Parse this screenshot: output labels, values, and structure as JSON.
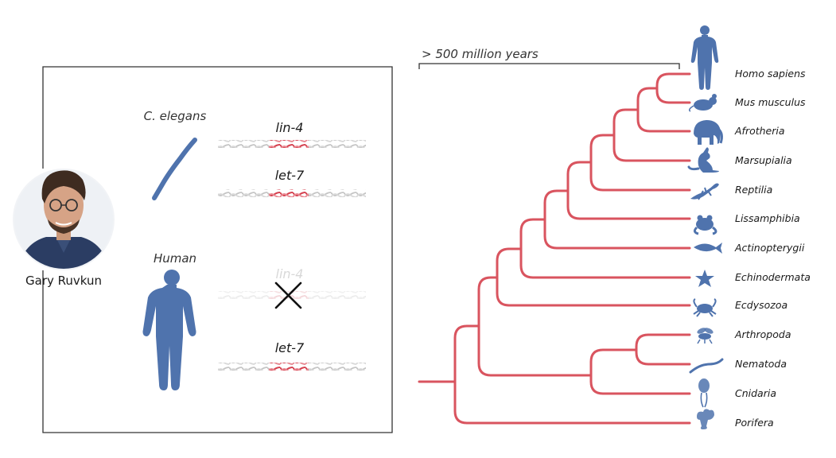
{
  "left_panel": {
    "person_name": "Gary Ruvkun",
    "worm_label": "C. elegans",
    "human_label": "Human",
    "genes": {
      "worm_gene_1": "lin-4",
      "worm_gene_2": "let-7",
      "human_gene_1_absent": "lin-4",
      "human_gene_2": "let-7"
    },
    "absent_mark_icon": "cross-icon"
  },
  "tree": {
    "timescale_label": "> 500 million years",
    "taxa": [
      {
        "name": "Homo sapiens",
        "icon": "human-icon"
      },
      {
        "name": "Mus musculus",
        "icon": "mouse-icon"
      },
      {
        "name": "Afrotheria",
        "icon": "elephant-icon"
      },
      {
        "name": "Marsupialia",
        "icon": "kangaroo-icon"
      },
      {
        "name": "Reptilia",
        "icon": "lizard-icon"
      },
      {
        "name": "Lissamphibia",
        "icon": "frog-icon"
      },
      {
        "name": "Actinopterygii",
        "icon": "fish-icon"
      },
      {
        "name": "Echinodermata",
        "icon": "starfish-icon"
      },
      {
        "name": "Ecdysozoa",
        "icon": "crab-icon"
      },
      {
        "name": "Arthropoda",
        "icon": "fly-icon"
      },
      {
        "name": "Nematoda",
        "icon": "worm-icon"
      },
      {
        "name": "Cnidaria",
        "icon": "jellyfish-icon"
      },
      {
        "name": "Porifera",
        "icon": "sponge-icon"
      }
    ]
  },
  "colors": {
    "branch": "#d9545f",
    "silhouette": "#4f73ad",
    "dna_gray": "#c9c9c9",
    "dna_red": "#d6414f",
    "frame": "#333333",
    "text": "#1a1a1a"
  }
}
